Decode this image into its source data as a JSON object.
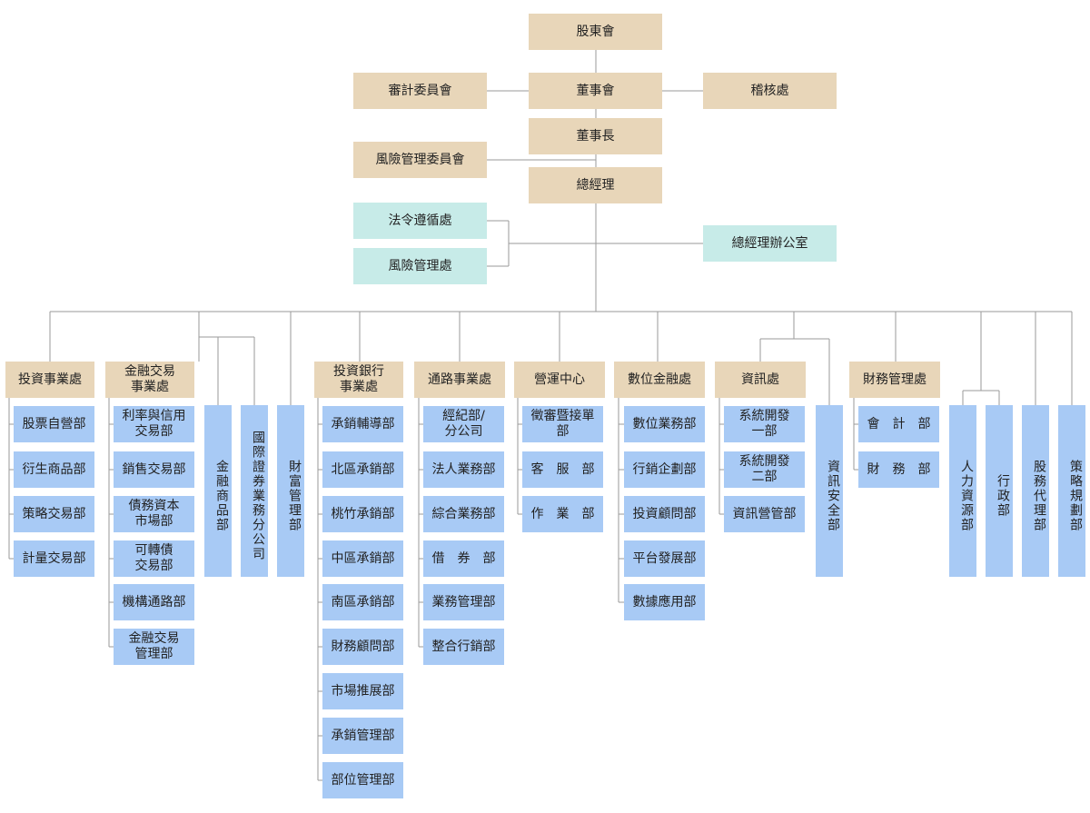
{
  "top": {
    "shareholders": "股東會",
    "audit_committee": "審計委員會",
    "board": "董事會",
    "internal_audit": "稽核處",
    "chairman": "董事長",
    "risk_committee": "風險管理委員會",
    "president": "總經理",
    "compliance": "法令遵循處",
    "risk_management": "風險管理處",
    "president_office": "總經理辦公室"
  },
  "divisions": {
    "investment": {
      "head": "投資事業處",
      "units": [
        "股票自營部",
        "衍生商品部",
        "策略交易部",
        "計量交易部"
      ]
    },
    "financial_trading": {
      "head": "金融交易\n事業處",
      "units": [
        "利率與信用\n交易部",
        "銷售交易部",
        "債務資本\n市場部",
        "可轉債\n交易部",
        "機構通路部",
        "金融交易\n管理部"
      ]
    },
    "financial_products": {
      "head": "金融商品部"
    },
    "international_securities": {
      "head": "國際證券業務分公司"
    },
    "wealth_management": {
      "head": "財富管理部"
    },
    "investment_banking": {
      "head": "投資銀行\n事業處",
      "units": [
        "承銷輔導部",
        "北區承銷部",
        "桃竹承銷部",
        "中區承銷部",
        "南區承銷部",
        "財務顧問部",
        "市場推展部",
        "承銷管理部",
        "部位管理部"
      ]
    },
    "channel": {
      "head": "通路事業處",
      "units": [
        "經紀部/\n分公司",
        "法人業務部",
        "綜合業務部",
        "借　券　部",
        "業務管理部",
        "整合行銷部"
      ]
    },
    "operations": {
      "head": "營運中心",
      "units": [
        "徵審暨接單\n部",
        "客　服　部",
        "作　業　部"
      ]
    },
    "digital_finance": {
      "head": "數位金融處",
      "units": [
        "數位業務部",
        "行銷企劃部",
        "投資顧問部",
        "平台發展部",
        "數據應用部"
      ]
    },
    "it": {
      "head": "資訊處",
      "units": [
        "系統開發\n一部",
        "系統開發\n二部",
        "資訊營管部"
      ]
    },
    "info_security": {
      "head": "資訊安全部"
    },
    "finance": {
      "head": "財務管理處",
      "units": [
        "會　計　部",
        "財　務　部"
      ]
    },
    "human_resources": {
      "head": "人力資源部"
    },
    "administration": {
      "head": "行政部"
    },
    "stock_agency": {
      "head": "股務代理部"
    },
    "strategic_planning": {
      "head": "策略規劃部"
    }
  },
  "colors": {
    "top_box": "#e8d6b9",
    "staff_box": "#c7ebe8",
    "unit_box": "#a8caf5",
    "line": "#9a9a9a"
  }
}
